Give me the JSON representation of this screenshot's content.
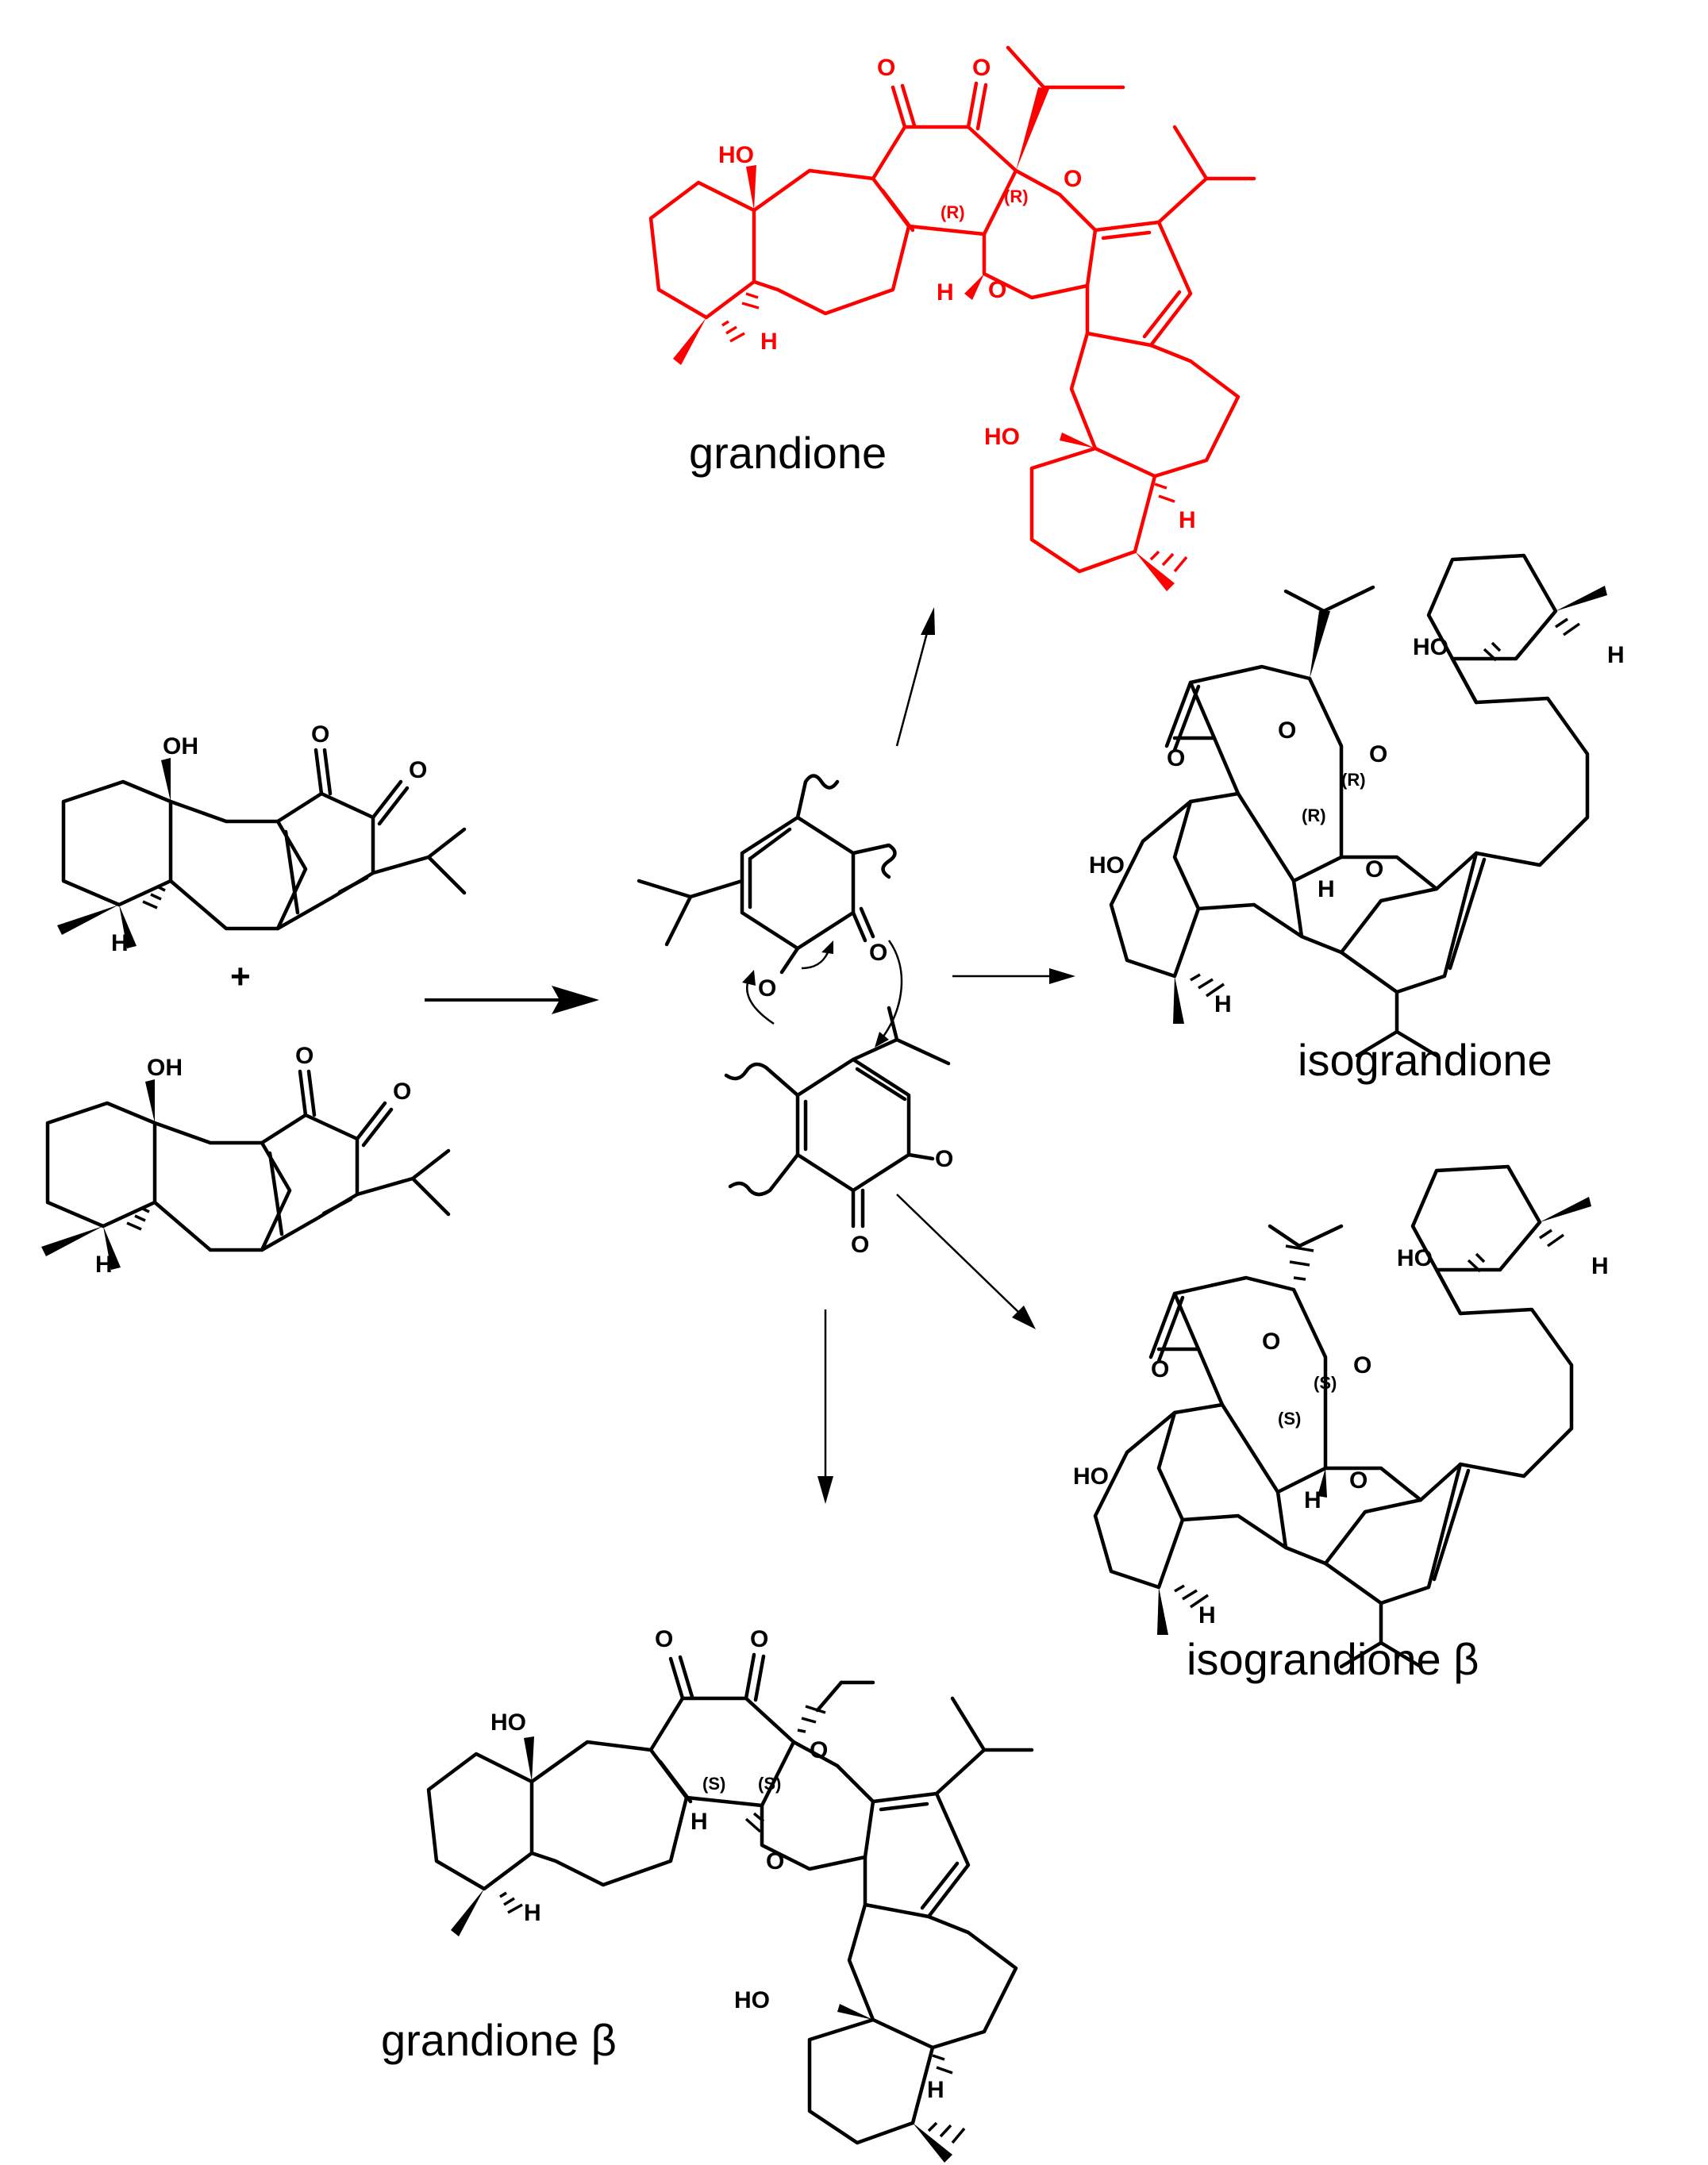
{
  "labels": {
    "grandione": "grandione",
    "isograndione": "isograndione",
    "isograndione_beta": "isograndione β",
    "grandione_beta": "grandione β",
    "plus": "+"
  },
  "atoms": {
    "oxygen": "O",
    "hydroxyl": "HO",
    "hydroxyl_right": "OH",
    "hydrogen": "H"
  },
  "stereo": {
    "R": "(R)",
    "S": "(S)"
  },
  "colors": {
    "highlight": "#ff0000",
    "default": "#000000"
  }
}
